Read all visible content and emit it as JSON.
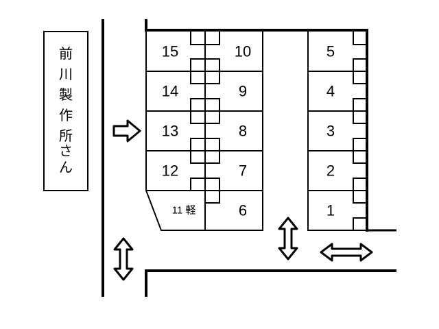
{
  "neighbor_label": [
    "前",
    "川",
    "製",
    "作",
    "所",
    "さ",
    "ん"
  ],
  "left_column_spaces": [
    "15",
    "14",
    "13",
    "12",
    "11 軽"
  ],
  "middle_column_spaces": [
    "10",
    "9",
    "8",
    "7",
    "6"
  ],
  "right_column_spaces": [
    "5",
    "4",
    "3",
    "2",
    "1"
  ],
  "icons": {
    "entry": "arrow-right-icon",
    "two_way_vertical": "double-arrow-vertical-icon",
    "two_way_horizontal": "double-arrow-horizontal-icon"
  },
  "colors": {
    "line": "#000000",
    "background": "#ffffff"
  }
}
